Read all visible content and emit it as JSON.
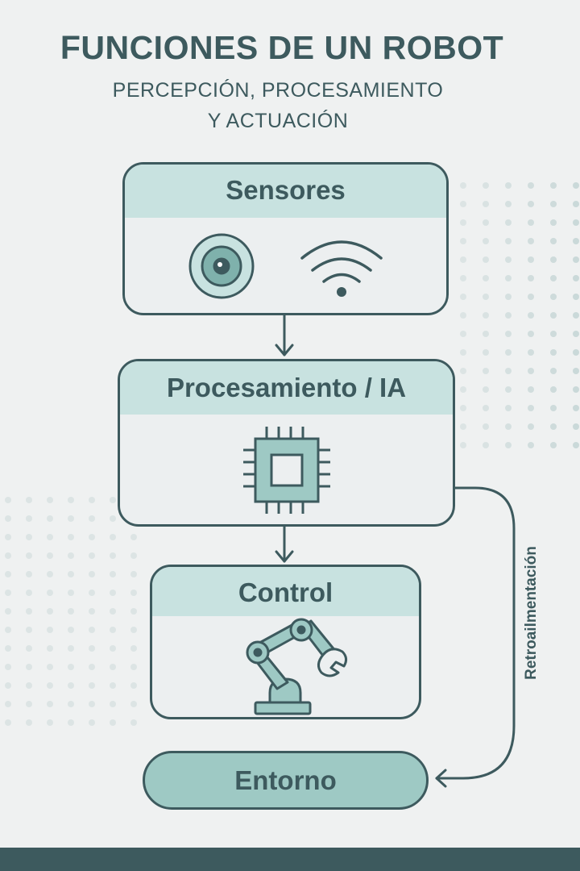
{
  "header": {
    "title": "FUNCIONES DE UN ROBOT",
    "subtitle_line1": "PERCEPCIÓN, PROCESAMIENTO",
    "subtitle_line2": "Y ACTUACIÓN"
  },
  "blocks": [
    {
      "label": "Sensores",
      "icons": [
        "camera-lens-icon",
        "wireless-signal-icon"
      ]
    },
    {
      "label": "Procesamiento / IA",
      "icons": [
        "cpu-chip-icon"
      ]
    },
    {
      "label": "Control",
      "icons": [
        "robot-arm-icon"
      ]
    }
  ],
  "environment": {
    "label": "Entorno"
  },
  "feedback": {
    "label": "Retroailmentación"
  },
  "colors": {
    "dark": "#3d5a5e",
    "header": "#c8e2e0",
    "body": "#eceff0",
    "environment": "#9ec9c4",
    "background": "#eff1f1"
  }
}
